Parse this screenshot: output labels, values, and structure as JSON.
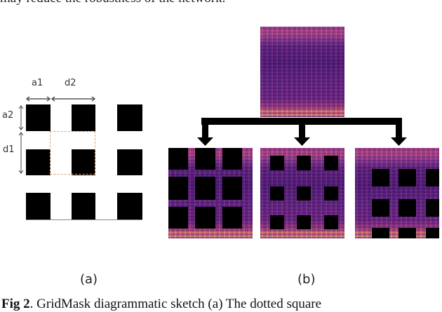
{
  "top_text": "may reduce the robustness of the network.",
  "panel_a": {
    "labels": {
      "a1": "a1",
      "d2": "d2",
      "a2": "a2",
      "d1": "d1"
    },
    "sublabel": "(a)"
  },
  "panel_b": {
    "sublabel": "(b)"
  },
  "caption": {
    "prefix": "Fig 2",
    "text": ". GridMask diagrammatic sketch (a) The dotted square"
  },
  "colors": {
    "mask": "#000000",
    "dotted_square": "#e0a070",
    "spectrogram_low": "#4a1f7e",
    "spectrogram_high": "#f8c078"
  }
}
